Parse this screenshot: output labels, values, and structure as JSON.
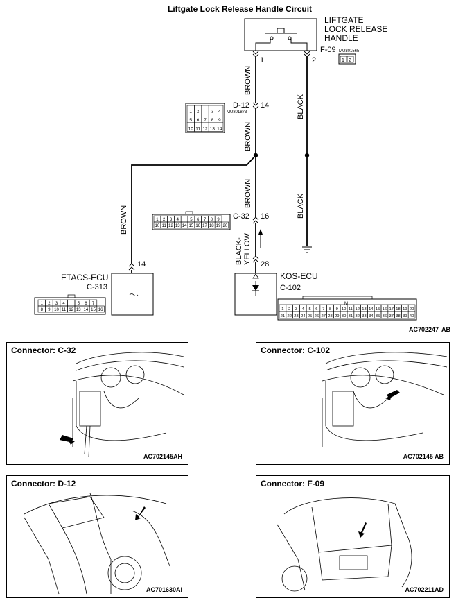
{
  "circuit": {
    "title": "Liftgate Lock Release Handle Circuit",
    "drawing_code": "AC702247",
    "drawing_suffix": "AB",
    "switch_label": [
      "LIFTGATE",
      "LOCK RELEASE",
      "HANDLE"
    ],
    "f09": {
      "name": "F-09",
      "part": "MU801565",
      "pins": [
        "1",
        "2"
      ]
    },
    "d12": {
      "name": "D-12",
      "part": "MU801873",
      "pins_top": [
        "1",
        "2",
        "",
        "3",
        "4"
      ],
      "pins_mid": [
        "5",
        "6",
        "7",
        "8",
        "9"
      ],
      "pins_bot": [
        "10",
        "11",
        "12",
        "13",
        "14"
      ]
    },
    "c32": {
      "name": "C-32",
      "pins_top": [
        "1",
        "2",
        "3",
        "4",
        "",
        "5",
        "6",
        "7",
        "8",
        "9"
      ],
      "pins_bot": [
        "10",
        "11",
        "12",
        "13",
        "14",
        "15",
        "16",
        "17",
        "18",
        "19",
        "20"
      ]
    },
    "etacs": {
      "name": "ETACS-ECU",
      "connector": "C-313",
      "pins_top": [
        "1",
        "2",
        "3",
        "4",
        "",
        "5",
        "6",
        "7"
      ],
      "pins_bot": [
        "8",
        "9",
        "10",
        "11",
        "12",
        "13",
        "14",
        "15",
        "16"
      ]
    },
    "kos": {
      "name": "KOS-ECU",
      "connector": "C-102",
      "pins_top": [
        "1",
        "2",
        "3",
        "4",
        "5",
        "6",
        "7",
        "8",
        "9",
        "10",
        "11",
        "12",
        "13",
        "14",
        "15",
        "16",
        "17",
        "18",
        "19",
        "20"
      ],
      "pins_bot": [
        "21",
        "22",
        "23",
        "24",
        "25",
        "26",
        "27",
        "28",
        "29",
        "30",
        "31",
        "32",
        "33",
        "34",
        "35",
        "36",
        "37",
        "38",
        "39",
        "40"
      ],
      "key": "M"
    },
    "pin_labels": {
      "f09_1": "1",
      "f09_2": "2",
      "d12_14": "14",
      "c32_16": "16",
      "kos_28": "28",
      "etacs_14": "14"
    },
    "wire_colors": {
      "w1": "BROWN",
      "w2": "BROWN",
      "w3": "BROWN",
      "w4": "BROWN",
      "w5": "BLACK",
      "w6": "BLACK",
      "w7a": "BLACK-",
      "w7b": "YELLOW"
    }
  },
  "panels": [
    {
      "title": "Connector: C-32",
      "code": "AC702145AH"
    },
    {
      "title": "Connector: C-102",
      "code": "AC702145 AB"
    },
    {
      "title": "Connector: D-12",
      "code": "AC701630AI"
    },
    {
      "title": "Connector: F-09",
      "code": "AC702211AD"
    }
  ]
}
